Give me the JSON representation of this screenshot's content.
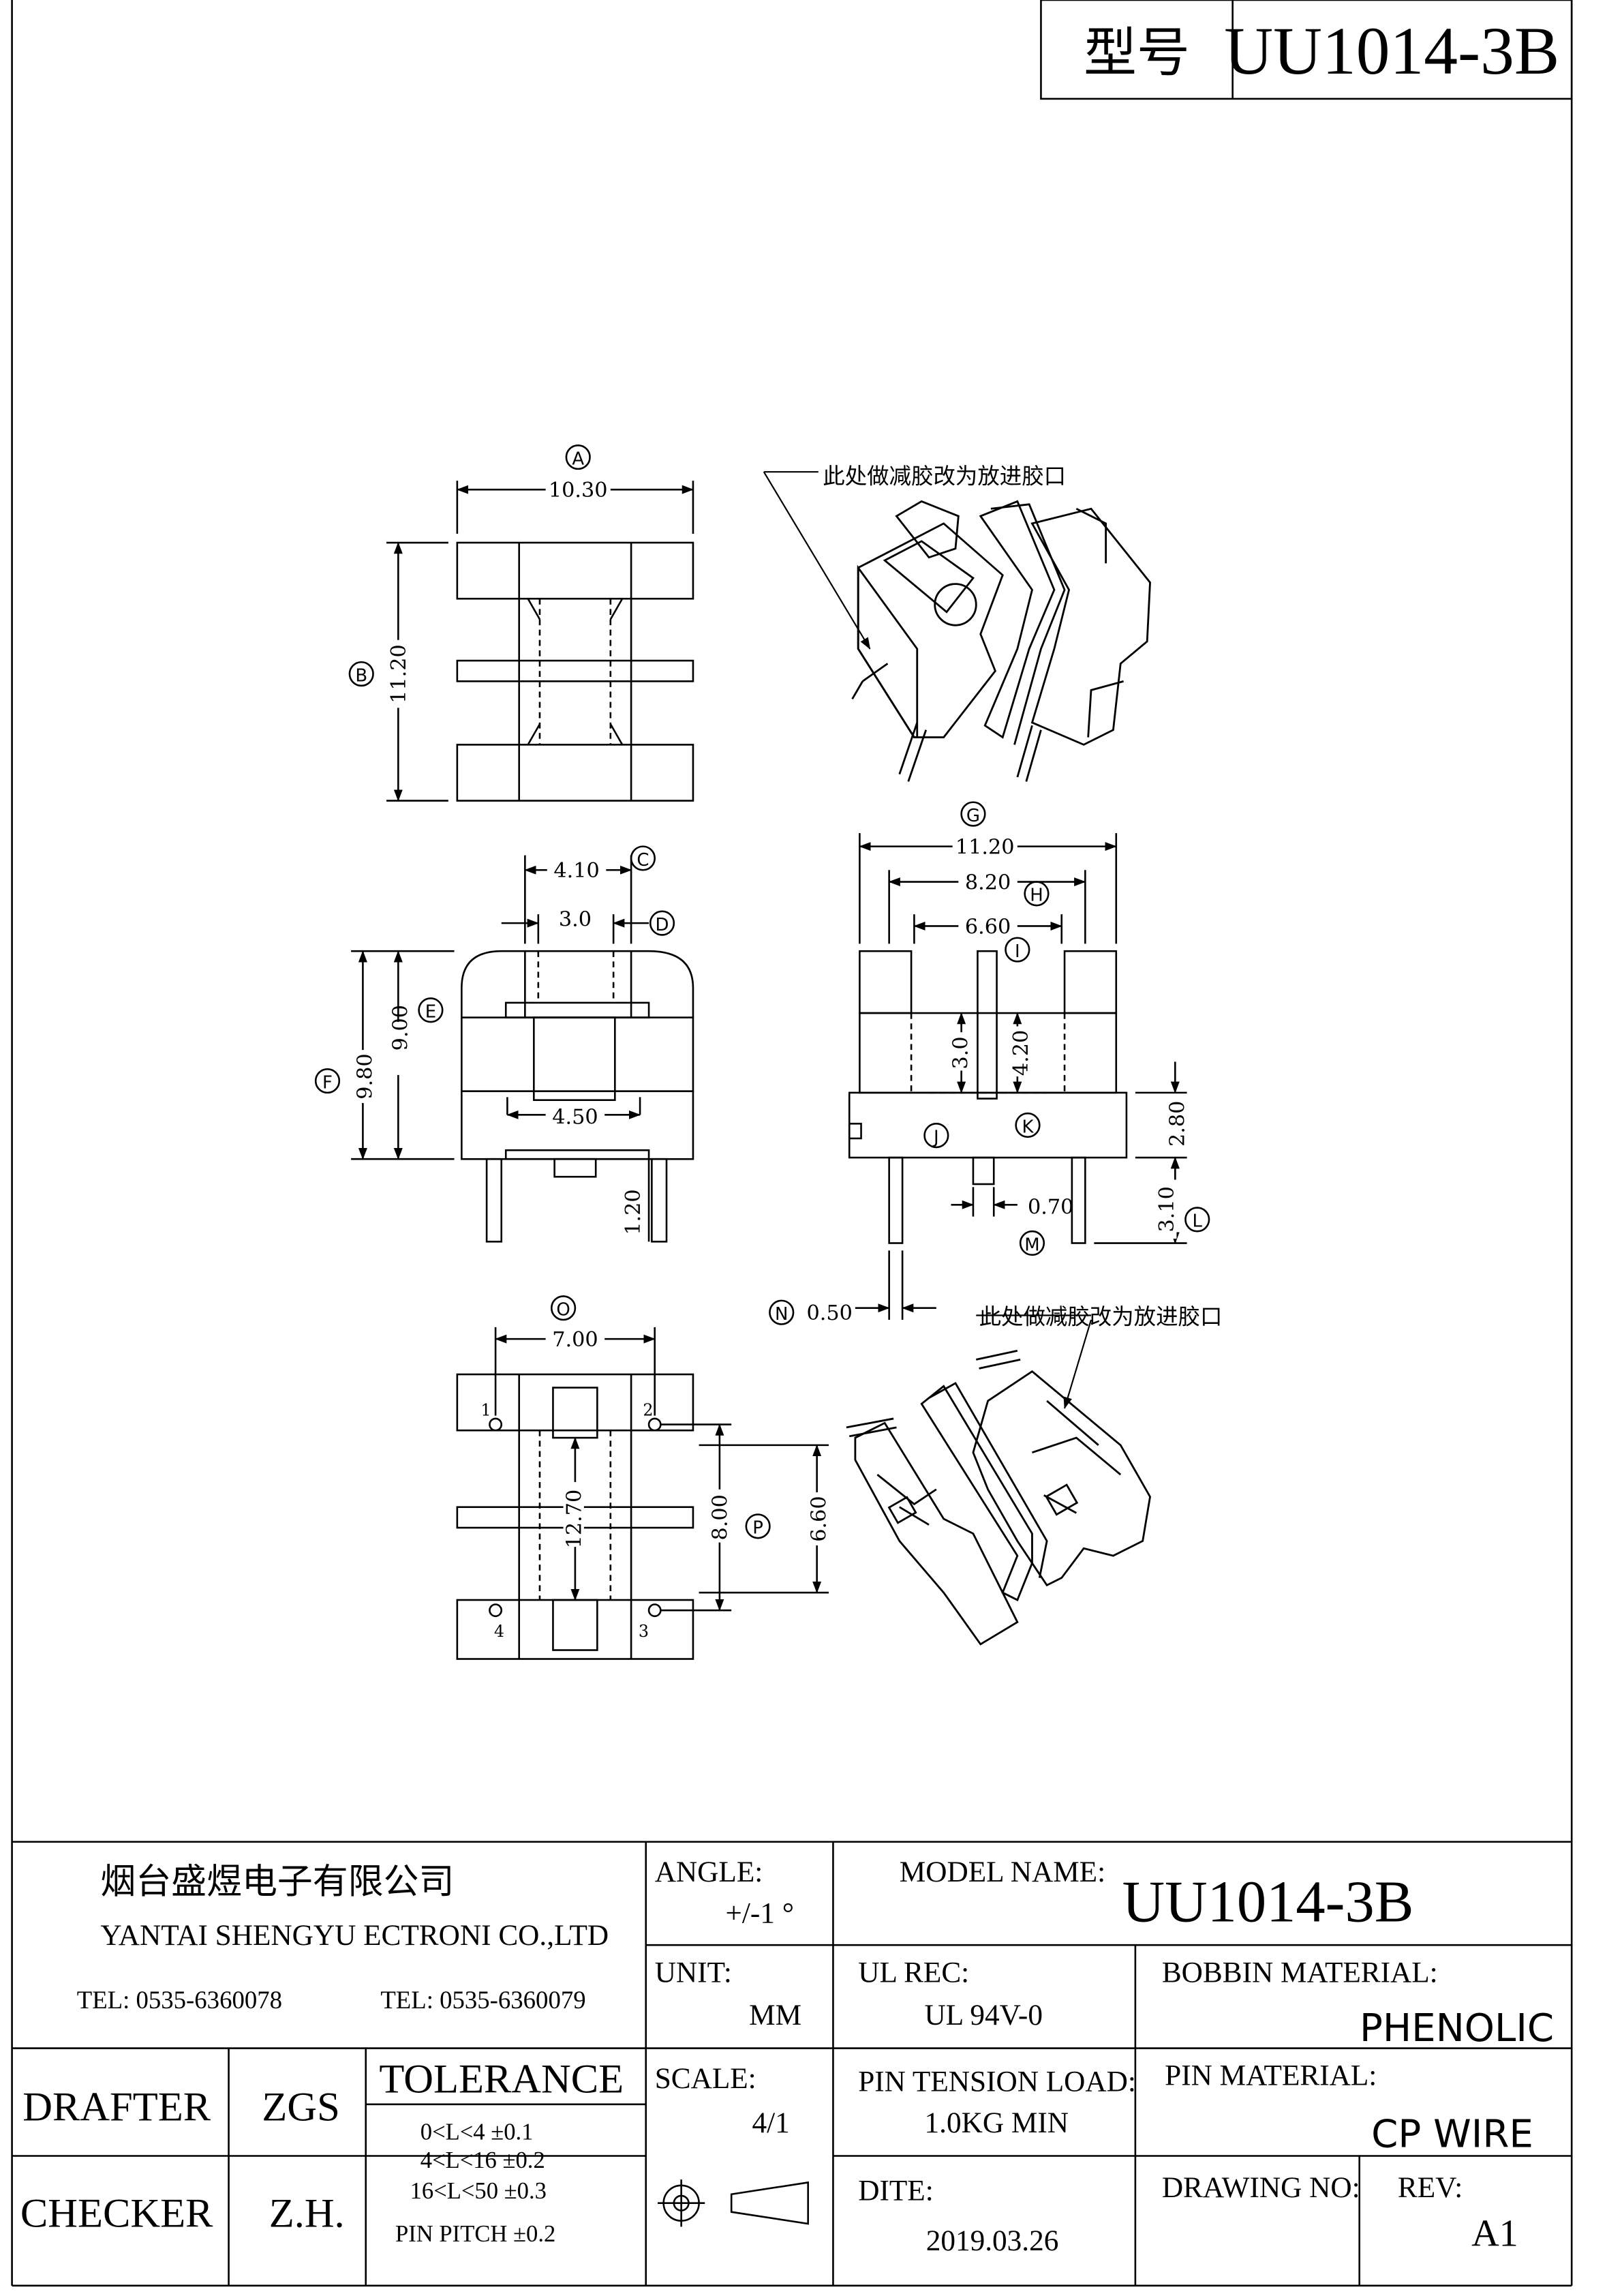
{
  "header": {
    "model_label": "型号",
    "model_value": "UU1014-3B"
  },
  "top_view": {
    "circle": "A",
    "width": "10.30",
    "height_circle": "B",
    "height": "11.20"
  },
  "note": "此处做减胶改为放进胶口",
  "side_view": {
    "C": "C",
    "c_dim": "4.10",
    "D": "D",
    "d_dim": "3.0",
    "E": "E",
    "e_dim": "9.00",
    "F": "F",
    "f_dim": "9.80",
    "window": "4.50",
    "pin_len": "1.20"
  },
  "front_view": {
    "G": "G",
    "g_dim": "11.20",
    "H": "H",
    "h_dim": "8.20",
    "I": "I",
    "i_dim": "6.60",
    "d30": "3.0",
    "d420": "4.20",
    "J": "J",
    "K": "K",
    "d280": "2.80",
    "d310": "3.10",
    "L": "L",
    "d070": "0.70",
    "M": "M",
    "N": "N",
    "d050": "0.50"
  },
  "bottom_view": {
    "O": "O",
    "o_dim": "7.00",
    "pins": [
      "1",
      "2",
      "3",
      "4"
    ],
    "d1270": "12.70",
    "d800": "8.00",
    "P": "P",
    "d660": "6.60"
  },
  "title_block": {
    "company_cn": "烟台盛煜电子有限公司",
    "company_en": "YANTAI SHENGYU ECTRONI CO.,LTD",
    "tel1": "TEL: 0535-6360078",
    "tel2": "TEL: 0535-6360079",
    "angle_label": "ANGLE:",
    "angle_value": "+/-1 °",
    "model_name_label": "MODEL NAME:",
    "model_name": "UU1014-3B",
    "unit_label": "UNIT:",
    "unit_value": "MM",
    "ul_label": "UL REC:",
    "ul_value": "UL 94V-0",
    "bobbin_label": "BOBBIN MATERIAL:",
    "bobbin_value": "PHENOLIC",
    "drafter_label": "DRAFTER",
    "drafter_value": "ZGS",
    "tolerance_label": "TOLERANCE",
    "tolerances": [
      "0<L<4   ±0.1",
      "4<L<16  ±0.2",
      "16<L<50  ±0.3",
      "PIN PITCH  ±0.2"
    ],
    "scale_label": "SCALE:",
    "scale_value": "4/1",
    "pin_tension_label": "PIN TENSION LOAD:",
    "pin_tension_value": "1.0KG MIN",
    "pin_material_label": "PIN MATERIAL:",
    "pin_material_value": "CP  WIRE",
    "checker_label": "CHECKER",
    "checker_value": "Z.H.",
    "date_label": "DITE:",
    "date_value": "2019.03.26",
    "drawing_no_label": "DRAWING NO:",
    "rev_label": "REV:",
    "rev_value": "A1"
  }
}
